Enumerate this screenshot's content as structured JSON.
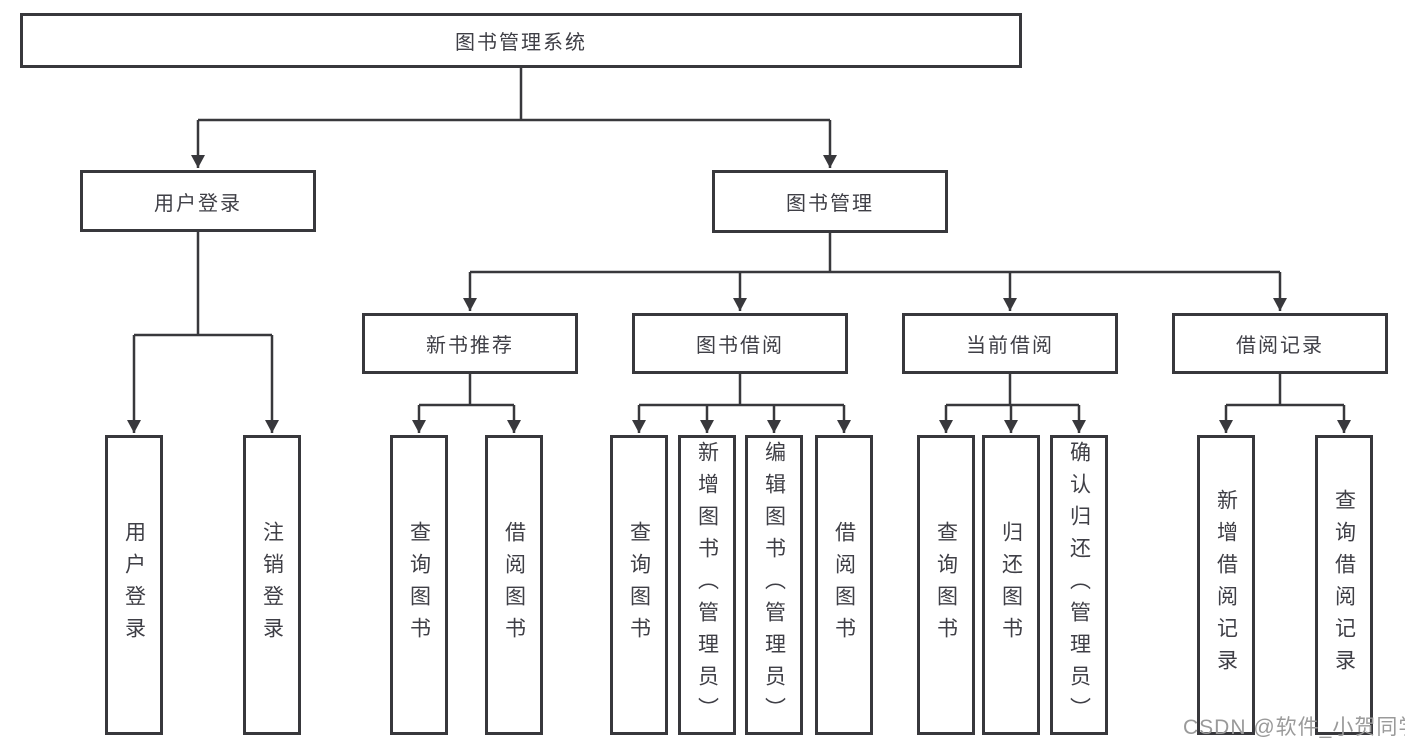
{
  "diagram": {
    "root": {
      "label": "图书管理系统"
    },
    "level2": [
      {
        "label": "用户登录"
      },
      {
        "label": "图书管理"
      }
    ],
    "level3": [
      {
        "label": "新书推荐"
      },
      {
        "label": "图书借阅"
      },
      {
        "label": "当前借阅"
      },
      {
        "label": "借阅记录"
      }
    ],
    "leaves": {
      "user": [
        "用户登录",
        "注销登录"
      ],
      "recommend": [
        "查询图书",
        "借阅图书"
      ],
      "borrow": [
        "查询图书",
        "新增图书（管理员）",
        "编辑图书（管理员）",
        "借阅图书"
      ],
      "current": [
        "查询图书",
        "归还图书",
        "确认归还（管理员）"
      ],
      "records": [
        "新增借阅记录",
        "查询借阅记录"
      ]
    }
  },
  "watermark": {
    "text": "CSDN @软件_小贺同学"
  },
  "colors": {
    "line": "#38383c",
    "text": "#3f3f46",
    "box_fill": "#ffffff",
    "watermark": "#9a9a9a"
  }
}
